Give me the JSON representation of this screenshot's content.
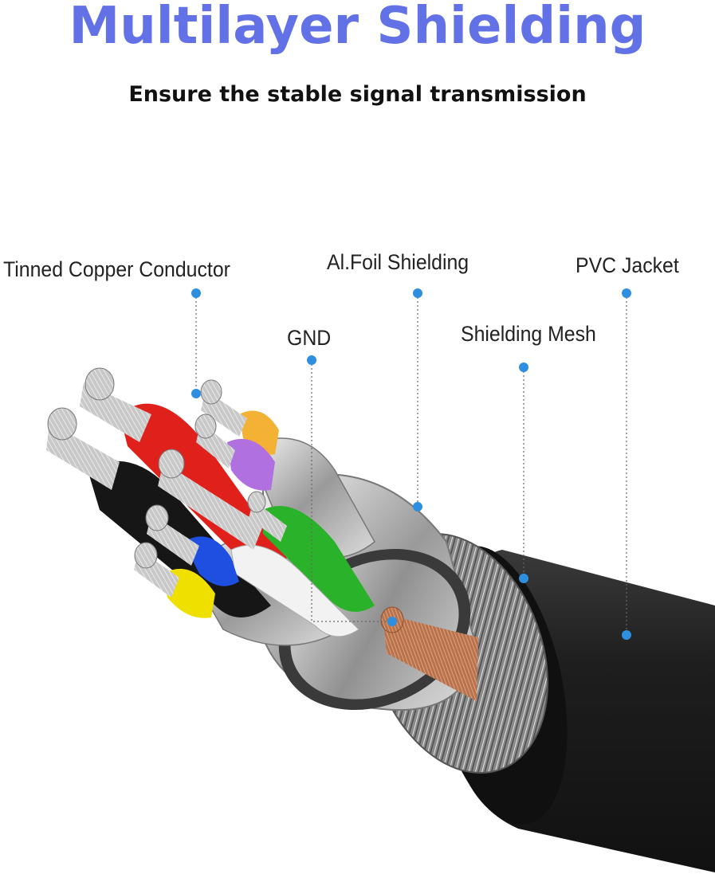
{
  "header": {
    "title": "Multilayer Shielding",
    "subtitle": "Ensure the stable signal transmission"
  },
  "callouts": [
    {
      "id": "conductor",
      "label": "Tinned Copper Conductor"
    },
    {
      "id": "foil",
      "label": "Al.Foil Shielding"
    },
    {
      "id": "jacket",
      "label": "PVC Jacket"
    },
    {
      "id": "gnd",
      "label": "GND"
    },
    {
      "id": "mesh",
      "label": "Shielding Mesh"
    }
  ],
  "colors": {
    "title": "#6272e6",
    "subtitle": "#111111",
    "callout_dot": "#2e8fe0",
    "jacket": "#1c1c1c",
    "wire_red": "#e0211b",
    "wire_black": "#161616",
    "wire_green": "#2bb22b",
    "wire_white": "#f2f2f2",
    "wire_blue": "#1f4fe0",
    "wire_yellow": "#f0e000",
    "wire_orange": "#f3b233",
    "wire_violet": "#b070e0",
    "copper": "#c98660"
  }
}
